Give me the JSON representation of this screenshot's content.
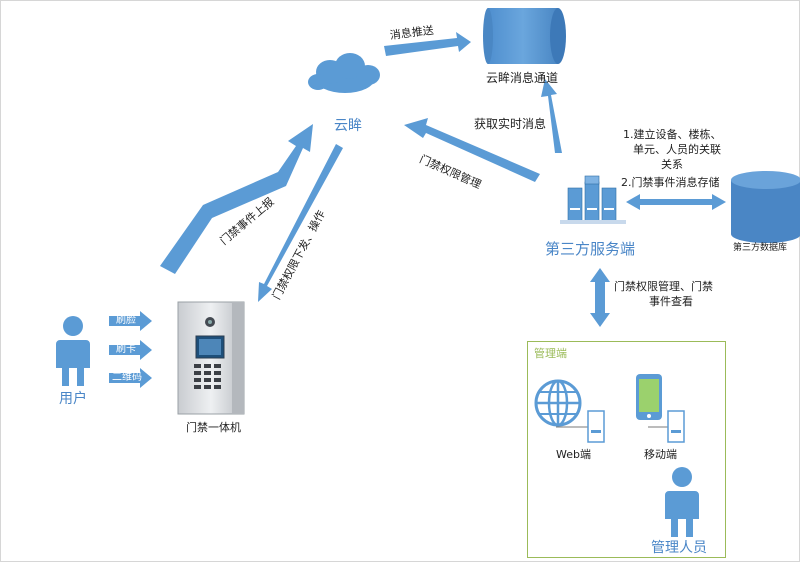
{
  "cloud_label": "云眸",
  "channel_label": "云眸消息通道",
  "push_label": "消息推送",
  "realtime_label": "获取实时消息",
  "perm_mgmt_label": "门禁权限管理",
  "event_report_label": "门禁事件上报",
  "perm_issue_label": "门禁权限下发、操作",
  "server_label": "第三方服务端",
  "server_notes": [
    "1.建立设备、楼栋、",
    "单元、人员的关联",
    "关系",
    "2.门禁事件消息存储"
  ],
  "db_label": "第三方数据库",
  "server_mgmt_label": [
    "门禁权限管理、门禁",
    "事件查看"
  ],
  "mgmt_box_title": "管理端",
  "web_label": "Web端",
  "mobile_label": "移动端",
  "admin_label": "管理人员",
  "user_label": "用户",
  "device_label": "门禁一体机",
  "inputs": [
    "刷脸",
    "刷卡",
    "二维码"
  ],
  "colors": {
    "accent": "#5b9bd5",
    "box_border": "#9bbb59",
    "text_blue": "#4a86c7"
  }
}
